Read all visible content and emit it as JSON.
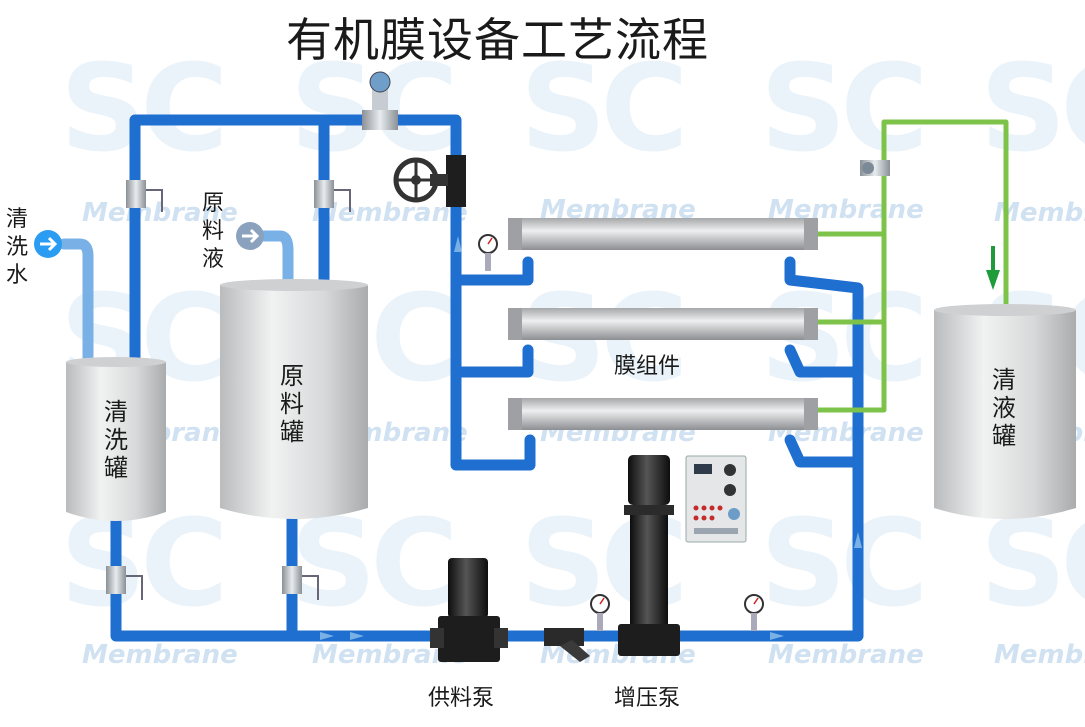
{
  "title": "有机膜设备工艺流程",
  "watermark": {
    "logo": "SC",
    "text": "Membrane"
  },
  "inlets": {
    "wash_water": "清洗水",
    "raw_liquid": "原料液"
  },
  "tanks": {
    "wash_tank": "清洗罐",
    "raw_tank": "原料罐",
    "clear_tank": "清液罐"
  },
  "module_label": "膜组件",
  "pumps": {
    "feed_pump": "供料泵",
    "booster_pump": "增压泵"
  },
  "colors": {
    "pipe": "#1e6fd0",
    "pipe_light": "#7ab2e8",
    "permeate": "#7dc34a",
    "tank": "#d9dadb",
    "pump": "#1d1d1d"
  },
  "icons": [
    "inlet-arrow-icon",
    "gauge-icon",
    "valve-icon",
    "flowmeter-icon",
    "handwheel-valve-icon",
    "control-panel-icon"
  ]
}
